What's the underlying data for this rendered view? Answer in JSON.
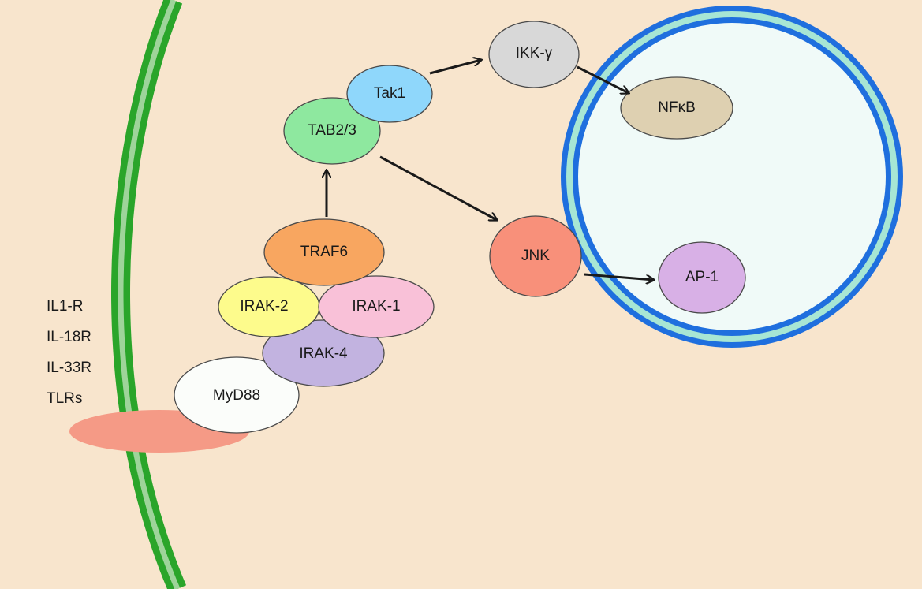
{
  "receptors": [
    "IL1-R",
    "IL-18R",
    "IL-33R",
    "TLRs"
  ],
  "nodes": {
    "myd88": {
      "label": "MyD88",
      "fill": "#fbfdfa"
    },
    "irak4": {
      "label": "IRAK-4",
      "fill": "#c2b3e0"
    },
    "irak2": {
      "label": "IRAK-2",
      "fill": "#fdfb8c"
    },
    "irak1": {
      "label": "IRAK-1",
      "fill": "#f9c1d8"
    },
    "traf6": {
      "label": "TRAF6",
      "fill": "#f8a660"
    },
    "tab23": {
      "label": "TAB2/3",
      "fill": "#8ee89f"
    },
    "tak1": {
      "label": "Tak1",
      "fill": "#8fd7fb"
    },
    "ikkg": {
      "label": "IKK-γ",
      "fill": "#d8d8d8"
    },
    "nfkb": {
      "label": "NFκB",
      "fill": "#ded0b1"
    },
    "jnk": {
      "label": "JNK",
      "fill": "#f8907a"
    },
    "ap1": {
      "label": "AP-1",
      "fill": "#d8b0e6"
    }
  },
  "colors": {
    "background": "#f8e5cd",
    "membrane_outer": "#2aa52a",
    "membrane_inner": "#9ed49a",
    "receptor": "#f59a86",
    "nucleus_ring": "#1f6fde",
    "nucleus_band": "#a7e6d4",
    "nucleus_fill": "#f0faf8",
    "arrow": "#1a1a1a"
  }
}
